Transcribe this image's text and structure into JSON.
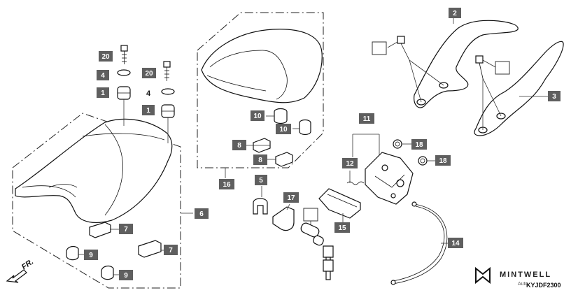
{
  "callouts": {
    "c1": "1",
    "c1b": "1",
    "c2": "2",
    "c3": "3",
    "c4": "4",
    "c4b": "4",
    "c5": "5",
    "c6": "6",
    "c7": "7",
    "c7b": "7",
    "c8": "8",
    "c8b": "8",
    "c9": "9",
    "c9b": "9",
    "c10": "10",
    "c10b": "10",
    "c11": "11",
    "c12": "12",
    "c14": "14",
    "c15": "15",
    "c16": "16",
    "c17": "17",
    "c18": "18",
    "c18b": "18",
    "c20": "20",
    "c20b": "20"
  },
  "direction_label": "FR.",
  "brand": {
    "name": "MINTWELL",
    "sub": "Auto",
    "code": "KYJDF2300"
  },
  "colors": {
    "callout_fill": "#5f5f5f",
    "callout_text": "#ffffff",
    "line": "#111111"
  }
}
